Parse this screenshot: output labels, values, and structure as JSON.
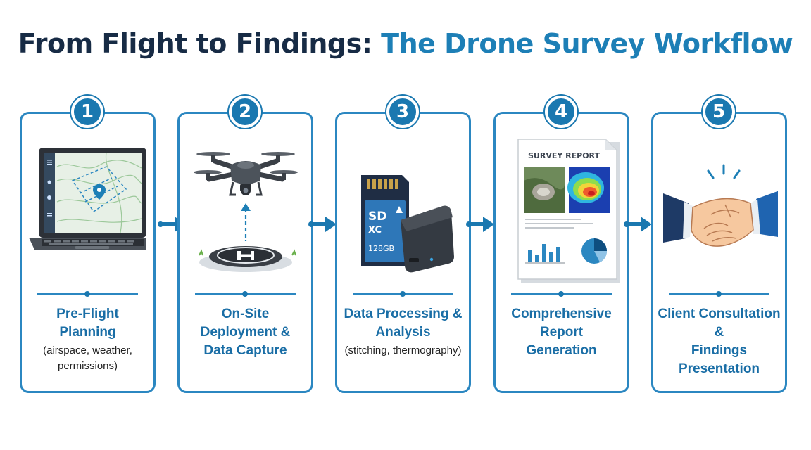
{
  "title": {
    "part1": "From Flight to Findings:",
    "part2": "The Drone Survey Workflow"
  },
  "colors": {
    "dark": "#172b45",
    "accent": "#1d7fb6",
    "border": "#2b87c1"
  },
  "steps": [
    {
      "number": "1",
      "label_lines": [
        "Pre-Flight",
        "Planning"
      ],
      "sub_lines": [
        "(airspace, weather,",
        "permissions)"
      ],
      "icon": "laptop-map-icon"
    },
    {
      "number": "2",
      "label_lines": [
        "On-Site",
        "Deployment &",
        "Data Capture"
      ],
      "sub_lines": [],
      "icon": "drone-icon"
    },
    {
      "number": "3",
      "label_lines": [
        "Data Processing &",
        "Analysis"
      ],
      "sub_lines": [
        "(stitching, thermography)"
      ],
      "icon": "sd-card-icon"
    },
    {
      "number": "4",
      "label_lines": [
        "Comprehensive",
        "Report",
        "Generation"
      ],
      "sub_lines": [],
      "icon": "report-document-icon"
    },
    {
      "number": "5",
      "label_lines": [
        "Client Consultation &",
        "Findings",
        "Presentation"
      ],
      "sub_lines": [],
      "icon": "handshake-icon"
    }
  ],
  "illustrations": {
    "sd_card": {
      "brand": "SD",
      "type": "XC",
      "capacity": "128GB"
    },
    "report": {
      "heading": "SURVEY REPORT"
    }
  }
}
